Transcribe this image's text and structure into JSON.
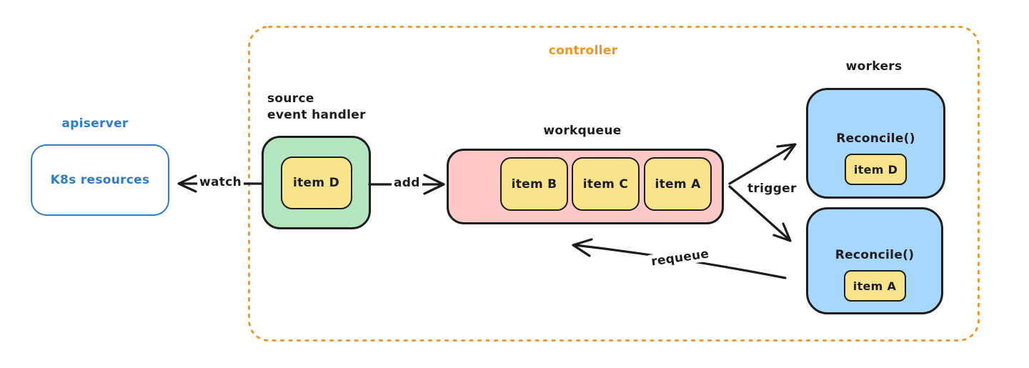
{
  "apiserver": {
    "label": "apiserver",
    "resources_label": "K8s resources"
  },
  "controller": {
    "label": "controller"
  },
  "source_event_handler": {
    "label_line1": "source",
    "label_line2": "event handler",
    "item": "item D"
  },
  "workqueue": {
    "label": "workqueue",
    "items": [
      "item B",
      "item C",
      "item A"
    ]
  },
  "workers": {
    "label": "workers",
    "list": [
      {
        "function": "Reconcile()",
        "item": "item D"
      },
      {
        "function": "Reconcile()",
        "item": "item A"
      }
    ]
  },
  "arrows": {
    "watch": "watch",
    "add": "add",
    "trigger": "trigger",
    "requeue": "requeue"
  },
  "colors": {
    "blue": "#2b7bd0",
    "orange": "#f5921e",
    "green_fill": "#b3e6bf",
    "yellow_fill": "#fae48b",
    "pink_fill": "#fdc8c8",
    "worker_blue_fill": "#a7d7fc",
    "ink": "#1c1c1c"
  }
}
